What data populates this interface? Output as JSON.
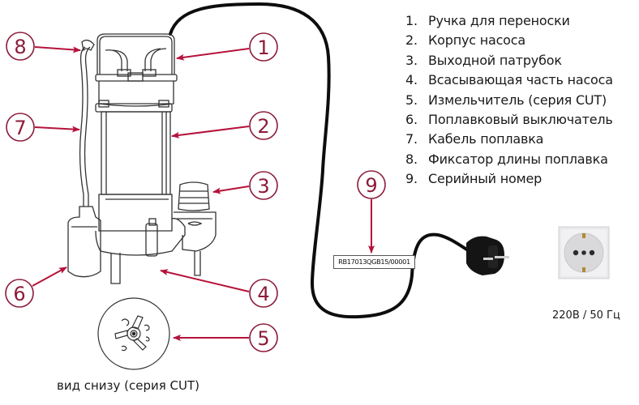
{
  "legend": {
    "items": [
      {
        "num": "1.",
        "label": "Ручка для переноски"
      },
      {
        "num": "2.",
        "label": "Корпус насоса"
      },
      {
        "num": "3.",
        "label": "Выходной патрубок"
      },
      {
        "num": "4.",
        "label": "Всасывающая часть насоса"
      },
      {
        "num": "5.",
        "label": "Измельчитель (серия CUT)"
      },
      {
        "num": "6.",
        "label": "Поплавковый выключатель"
      },
      {
        "num": "7.",
        "label": "Кабель поплавка"
      },
      {
        "num": "8.",
        "label": "Фиксатор длины поплавка"
      },
      {
        "num": "9.",
        "label": "Серийный номер"
      }
    ]
  },
  "callouts": [
    "1",
    "2",
    "3",
    "4",
    "5",
    "6",
    "7",
    "8",
    "9"
  ],
  "serial_number": "RB17013QGB15/00001",
  "bottom_view_caption": "вид снизу (серия CUT)",
  "power_caption": "220В / 50 Гц",
  "colors": {
    "callout": "#8c1c3a",
    "arrow": "#b5123a",
    "line_art": "#333333",
    "cable": "#0d0d0d"
  }
}
